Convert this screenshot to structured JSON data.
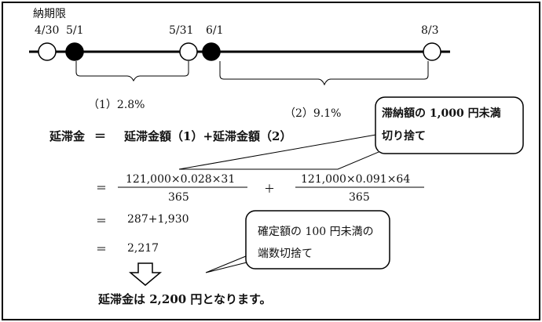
{
  "timeline": {
    "due_label": "納期限",
    "dates": [
      "4/30",
      "5/1",
      "5/31",
      "6/1",
      "8/3"
    ],
    "period1_label": "（1）2.8%",
    "period2_label": "（2）9.1%"
  },
  "formula": {
    "lhs": "延滞金",
    "eq1": "＝",
    "rhs": "延滞金額（1）+延滞金額（2）",
    "eq2": "＝",
    "frac1_num": "121,000×0.028×31",
    "frac1_den": "365",
    "plus": "＋",
    "frac2_num": "121,000×0.091×64",
    "frac2_den": "365",
    "eq3": "＝",
    "sum": "287+1,930",
    "eq4": "＝",
    "result": "2,217"
  },
  "callout1": {
    "line1": "滞納額の 1,000 円未満",
    "line2": "切り捨て"
  },
  "callout2": {
    "line1": "確定額の 100 円未満の",
    "line2": "端数切捨て"
  },
  "conclusion": "延滞金は 2,200 円となります。"
}
